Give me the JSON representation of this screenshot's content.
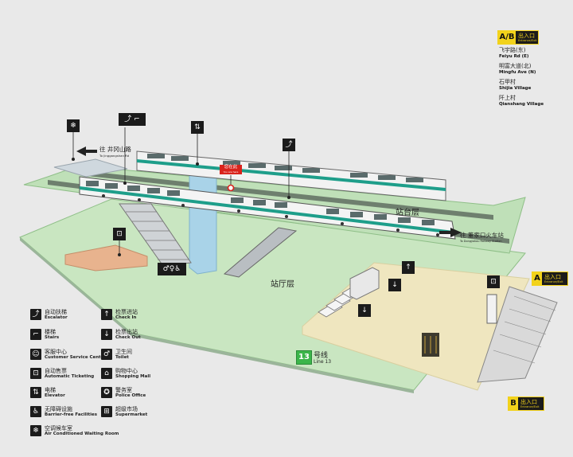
{
  "exit_ab": {
    "letter": "A/B",
    "label_zh": "出入口",
    "label_en": "Entrance/Exit",
    "destinations": [
      {
        "zh": "飞宇路(东)",
        "en": "Feiyu Rd (E)"
      },
      {
        "zh": "明富大道(北)",
        "en": "Mingfu Ave (N)"
      },
      {
        "zh": "石甲村",
        "en": "Shijia Village"
      },
      {
        "zh": "阡上村",
        "en": "Qianshang Village"
      }
    ]
  },
  "exit_a": {
    "letter": "A",
    "label_zh": "出入口",
    "label_en": "Entrance/Exit"
  },
  "exit_b": {
    "letter": "B",
    "label_zh": "出入口",
    "label_en": "Entrance/Exit"
  },
  "direction_left": {
    "zh": "往 井冈山路",
    "en": "To Jinggangshan Rd"
  },
  "direction_right": {
    "zh": "往 董家口火车站",
    "en": "To Dongjiakou Railway Station"
  },
  "you_are_here": {
    "zh": "您在此",
    "en": "You are here"
  },
  "platform_label": "站台层",
  "concourse_label": "站厅层",
  "line": {
    "number": "13",
    "zh": "号线",
    "en": "Line 13",
    "color": "#3bb54a"
  },
  "legend": [
    {
      "icon": "escalator-icon",
      "glyph": "⤴",
      "zh": "自动扶梯",
      "en": "Escalator"
    },
    {
      "icon": "stairs-icon",
      "glyph": "⌐",
      "zh": "楼梯",
      "en": "Stairs"
    },
    {
      "icon": "customer-service-icon",
      "glyph": "☺",
      "zh": "客服中心",
      "en": "Customer Service Centre"
    },
    {
      "icon": "ticketing-icon",
      "glyph": "⊡",
      "zh": "自动售票",
      "en": "Automatic Ticketing"
    },
    {
      "icon": "elevator-icon",
      "glyph": "⇅",
      "zh": "电梯",
      "en": "Elevator"
    },
    {
      "icon": "accessibility-icon",
      "glyph": "♿",
      "zh": "无障碍设施",
      "en": "Barrier-free Facilities"
    },
    {
      "icon": "air-conditioning-icon",
      "glyph": "❄",
      "zh": "空调候车室",
      "en": "Air Conditioned Waiting Room"
    },
    {
      "icon": "check-in-icon",
      "glyph": "↑",
      "zh": "检票进站",
      "en": "Check In"
    },
    {
      "icon": "check-out-icon",
      "glyph": "↓",
      "zh": "检票出站",
      "en": "Check Out"
    },
    {
      "icon": "toilet-icon",
      "glyph": "♂",
      "zh": "卫生间",
      "en": "Toilet"
    },
    {
      "icon": "shopping-mall-icon",
      "glyph": "⌂",
      "zh": "购物中心",
      "en": "Shopping Mall"
    },
    {
      "icon": "police-office-icon",
      "glyph": "✪",
      "zh": "警务室",
      "en": "Police Office"
    },
    {
      "icon": "supermarket-icon",
      "glyph": "⊞",
      "zh": "超级市场",
      "en": "Supermarket"
    }
  ],
  "colors": {
    "concourse_green": "#c9e6c1",
    "paid_area": "#efe6bf",
    "platform_green": "#bfe0b8",
    "train_stripe": "#1e9e8a",
    "sign_yellow": "#f2d21b"
  }
}
